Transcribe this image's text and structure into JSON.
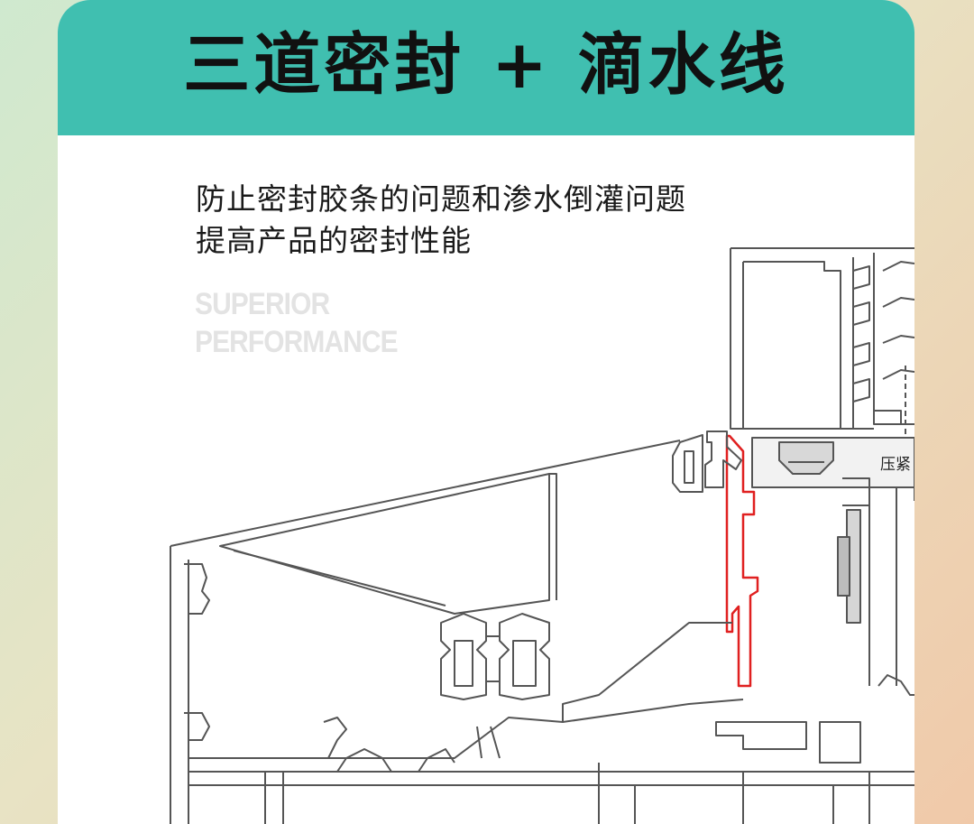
{
  "header": {
    "title": "三道密封 + 滴水线",
    "color": "#40bfb0"
  },
  "description": {
    "line1": "防止密封胶条的问题和渗水倒灌问题",
    "line2": "提高产品的密封性能"
  },
  "watermark": {
    "line1": "SUPERIOR",
    "line2": "PERFORMANCE"
  },
  "drawing": {
    "label": "压紧",
    "highlight_color": "#e02020",
    "line_color": "#555555"
  }
}
